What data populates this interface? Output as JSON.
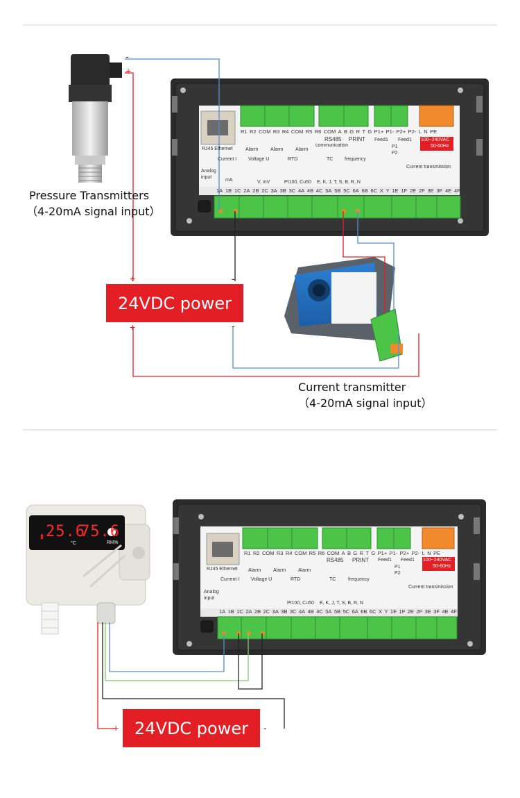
{
  "controller_panel": {
    "ethernet_label": "RJ45 Ethernet",
    "top_terminals": [
      "R1",
      "R2",
      "COM",
      "R3",
      "R4",
      "COM",
      "R5",
      "R6",
      "COM",
      "A",
      "B",
      "G",
      "R",
      "T",
      "G",
      "P1+",
      "P1-",
      "P2+",
      "P2-",
      "L",
      "N",
      "PE"
    ],
    "alarm_label": "Alarm",
    "rs485_label": "RS485",
    "communication_label": "communication",
    "print_label": "PRINT",
    "feed1_label": "Feed1",
    "p1_label": "P1",
    "p2_label": "P2",
    "supply_label": "100~240VAC",
    "freq_label": "50-60Hz",
    "analog_input_label": "Analog input",
    "current_i_label": "Current I",
    "voltage_u_label": "Voltage U",
    "rtd_label": "RTD",
    "tc_label": "TC",
    "frequency_label": "frequency",
    "current_transmission_label": "Current transmission",
    "ma_label": "mA",
    "v_mv_label": "V, mV",
    "pt100_label": "Pt100, Cu50",
    "tc_types_label": "E, K, J, T, S, B, R, N",
    "bottom_terminals": [
      "1A",
      "1B",
      "1C",
      "2A",
      "2B",
      "2C",
      "3A",
      "3B",
      "3C",
      "4A",
      "4B",
      "4C",
      "5A",
      "5B",
      "5C",
      "6A",
      "6B",
      "6C",
      "X",
      "Y",
      "1E",
      "1F",
      "2E",
      "2F",
      "3E",
      "3F",
      "4E",
      "4F"
    ]
  },
  "section1": {
    "pressure_label_line1": "Pressure Transmitters",
    "pressure_label_line2": "（4-20mA signal input）",
    "power_label": "24VDC power",
    "current_label_line1": "Current transmitter",
    "current_label_line2": "（4-20mA signal input）",
    "plus": "+",
    "minus": "-"
  },
  "section2": {
    "display_temp": "25.6",
    "display_hum": "75.6",
    "temp_unit": "°C",
    "hum_unit": "RH%",
    "power_label": "24VDC power",
    "plus": "+",
    "minus": "-"
  },
  "colors": {
    "red_wire": "#e31e24",
    "blue_wire": "#4f8fd0",
    "green_wire": "#7ccc6b",
    "black_wire": "#222222",
    "terminal_green": "#4cc448",
    "terminal_orange": "#f08a2c",
    "panel_dark": "#2b2b2b"
  }
}
